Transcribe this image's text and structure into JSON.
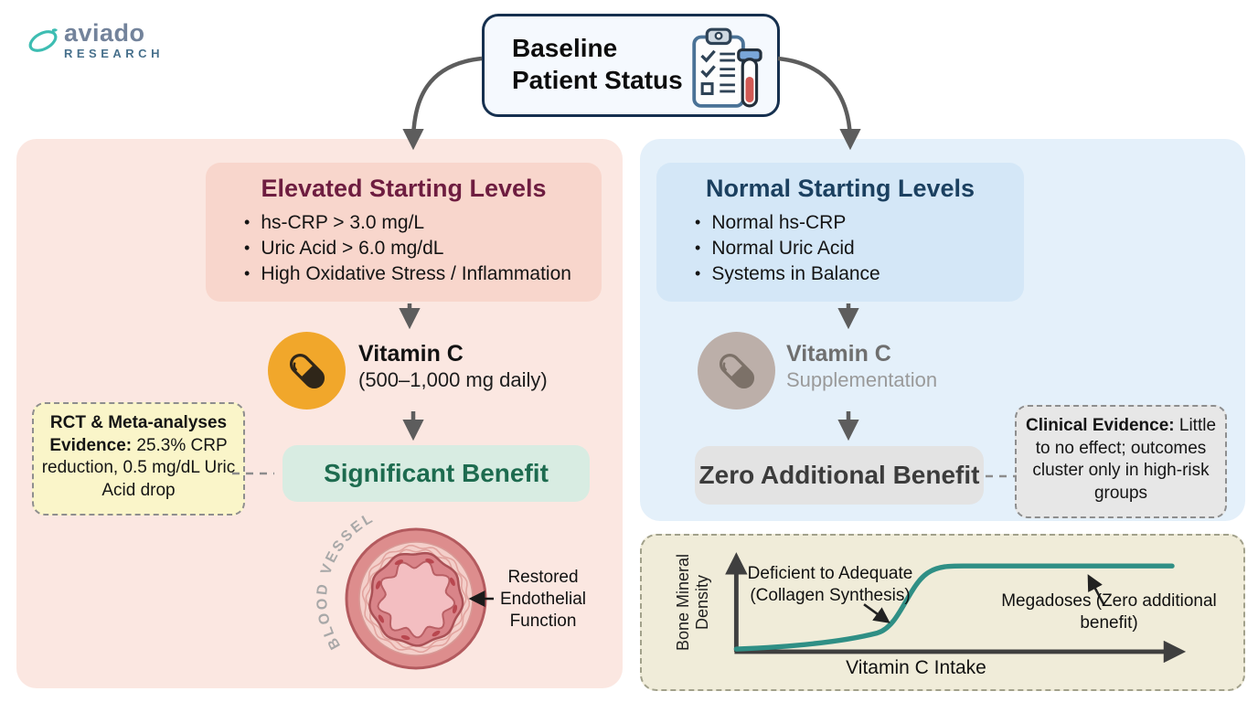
{
  "logo": {
    "name": "aviado",
    "sub": "RESEARCH"
  },
  "baseline": {
    "title_line1": "Baseline",
    "title_line2": "Patient Status"
  },
  "left": {
    "panel_title": "Elevated Starting Levels",
    "bullets": [
      "hs-CRP > 3.0 mg/L",
      "Uric Acid > 6.0 mg/dL",
      "High Oxidative Stress / Inflammation"
    ],
    "pill_title": "Vitamin C",
    "pill_subtitle": "(500–1,000 mg daily)",
    "evidence_bold": "RCT & Meta-analyses Evidence:",
    "evidence_rest": "25.3% CRP reduction, 0.5 mg/dL Uric Acid drop",
    "outcome": "Significant Benefit",
    "vessel_label": "BLOOD VESSEL",
    "vessel_annotation": "Restored Endothelial Function"
  },
  "right": {
    "panel_title": "Normal Starting Levels",
    "bullets": [
      "Normal hs-CRP",
      "Normal Uric Acid",
      "Systems in Balance"
    ],
    "pill_title": "Vitamin C",
    "pill_subtitle": "Supplementation",
    "outcome": "Zero Additional Benefit",
    "evidence_bold": "Clinical Evidence:",
    "evidence_rest": "Little to no effect; outcomes cluster only in high-risk groups"
  },
  "chart_data": {
    "type": "line",
    "title": "",
    "xlabel": "Vitamin C Intake",
    "ylabel": "Bone Mineral Density",
    "x_axis_ticks": [],
    "y_axis_ticks": [],
    "grid": false,
    "legend": null,
    "line_color": "#2f8f85",
    "series": [
      {
        "name": "Bone Mineral Density response to Vitamin C Intake",
        "shape": "sigmoid dose-response with plateau",
        "x_pct": [
          0,
          10,
          20,
          30,
          33,
          36,
          40,
          44,
          48,
          55,
          70,
          85,
          100
        ],
        "y_pct": [
          1,
          3,
          6,
          12,
          18,
          30,
          55,
          78,
          92,
          97,
          97,
          97,
          97
        ]
      }
    ],
    "annotations": [
      {
        "text": "Deficient to Adequate (Collagen Synthesis)",
        "target": "rising segment of curve"
      },
      {
        "text": "Megadoses (Zero additional benefit)",
        "target": "plateau of curve"
      }
    ]
  },
  "colors": {
    "left_title": "#6e1d40",
    "right_title": "#1b4060",
    "benefit_green": "#1d6b4f",
    "pill_orange": "#f1a72b",
    "curve_teal": "#2f8f85",
    "panel_pink": "#fbe7e1",
    "panel_blue": "#e4f0fa",
    "chart_beige": "#f0ecd9"
  }
}
